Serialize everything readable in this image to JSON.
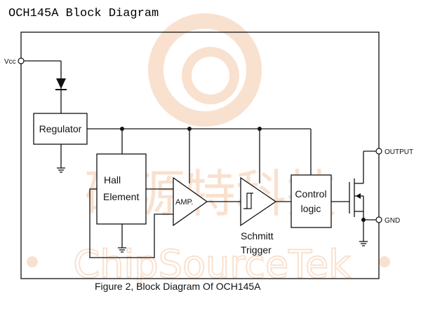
{
  "title": "OCH145A Block Diagram",
  "caption": "Figure 2, Block Diagram Of OCH145A",
  "pins": {
    "vcc": "Vcc",
    "output": "OUTPUT",
    "gnd": "GND"
  },
  "blocks": {
    "regulator": "Regulator",
    "hall_line1": "Hall",
    "hall_line2": "Element",
    "amp": "AMP.",
    "schmitt_line1": "Schmitt",
    "schmitt_line2": "Trigger",
    "control_line1": "Control",
    "control_line2": "logic"
  },
  "watermark": {
    "cjk": "矽源特科技",
    "latin": "ChipSourceTek",
    "color": "#f5c9a8"
  },
  "colors": {
    "line": "#111111",
    "background": "#ffffff"
  }
}
